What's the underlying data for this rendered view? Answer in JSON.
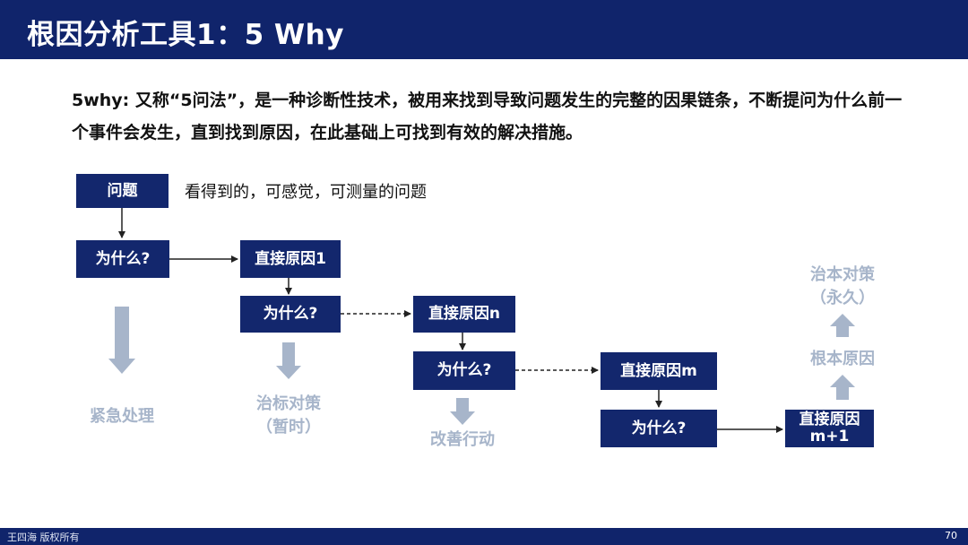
{
  "header": {
    "title": "根因分析工具1：5 Why"
  },
  "intro": {
    "text": "5why: 又称“5问法”，是一种诊断性技术，被用来找到导致问题发生的完整的因果链条，不断提问为什么前一个事件会发生，直到找到原因，在此基础上可找到有效的解决措施。"
  },
  "diagram": {
    "problem": "问题",
    "problem_note": "看得到的，可感觉，可测量的问题",
    "why": "为什么?",
    "cause_1": "直接原因1",
    "cause_n": "直接原因n",
    "cause_m": "直接原因m",
    "cause_m1": "直接原因\nm+1",
    "emergency": "紧急处理",
    "symptom_fix": "治标对策\n（暂时）",
    "improve": "改善行动",
    "root_cause": "根本原因",
    "root_fix": "治本对策\n（永久）"
  },
  "footer": {
    "copyright": "王四海 版权所有",
    "page_number": "70"
  },
  "colors": {
    "navy": "#13276d",
    "header": "#10246b",
    "light_arrow": "#a7b5ca"
  }
}
